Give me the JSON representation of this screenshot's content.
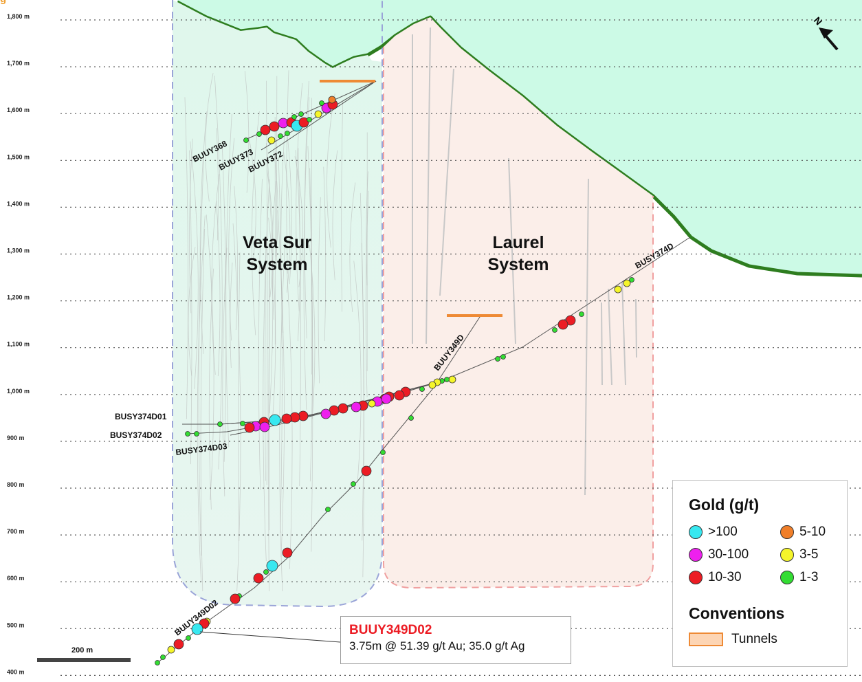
{
  "header": {
    "partial_text": "g"
  },
  "elevation_labels": [
    "1,800 m",
    "1,700 m",
    "1,600 m",
    "1,500 m",
    "1,400 m",
    "1,300 m",
    "1,200 m",
    "1,100 m",
    "1,000 m",
    "900 m",
    "800 m",
    "700 m",
    "600 m",
    "500 m",
    "400 m"
  ],
  "systems": [
    {
      "line1": "Veta Sur",
      "line2": "System"
    },
    {
      "line1": "Laurel",
      "line2": "System"
    }
  ],
  "drill_holes": [
    "BUUY368",
    "BUUY373",
    "BUUY372",
    "BUSY374D",
    "BUUY349D",
    "BUSY374D01",
    "BUSY374D02",
    "BUSY374D03",
    "BUUY349D02"
  ],
  "north_arrow": "N",
  "legend": {
    "gold_title": "Gold (g/t)",
    "gold_items": [
      {
        "label": ">100",
        "color": "#38e8f0"
      },
      {
        "label": "5-10",
        "color": "#f07f2a"
      },
      {
        "label": "30-100",
        "color": "#ee20ee"
      },
      {
        "label": "3-5",
        "color": "#f5f52a"
      },
      {
        "label": "10-30",
        "color": "#ec1c24"
      },
      {
        "label": "1-3",
        "color": "#33dd33"
      }
    ],
    "conventions_title": "Conventions",
    "tunnels_label": "Tunnels"
  },
  "callout": {
    "title": "BUUY349D02",
    "text": "3.75m @ 51.39 g/t Au; 35.0 g/t Ag"
  },
  "scale": {
    "label": "200 m"
  },
  "colors": {
    "terrain_fill": "#ccfae6",
    "terrain_line": "#2e7d1f",
    "veta_sur_fill": "#e9f7ef",
    "laurel_fill": "#fbeee9",
    "tunnel": "#ee8a35",
    "veta_sur_border": "#9aa4d8",
    "laurel_border": "#f0a0a0"
  }
}
